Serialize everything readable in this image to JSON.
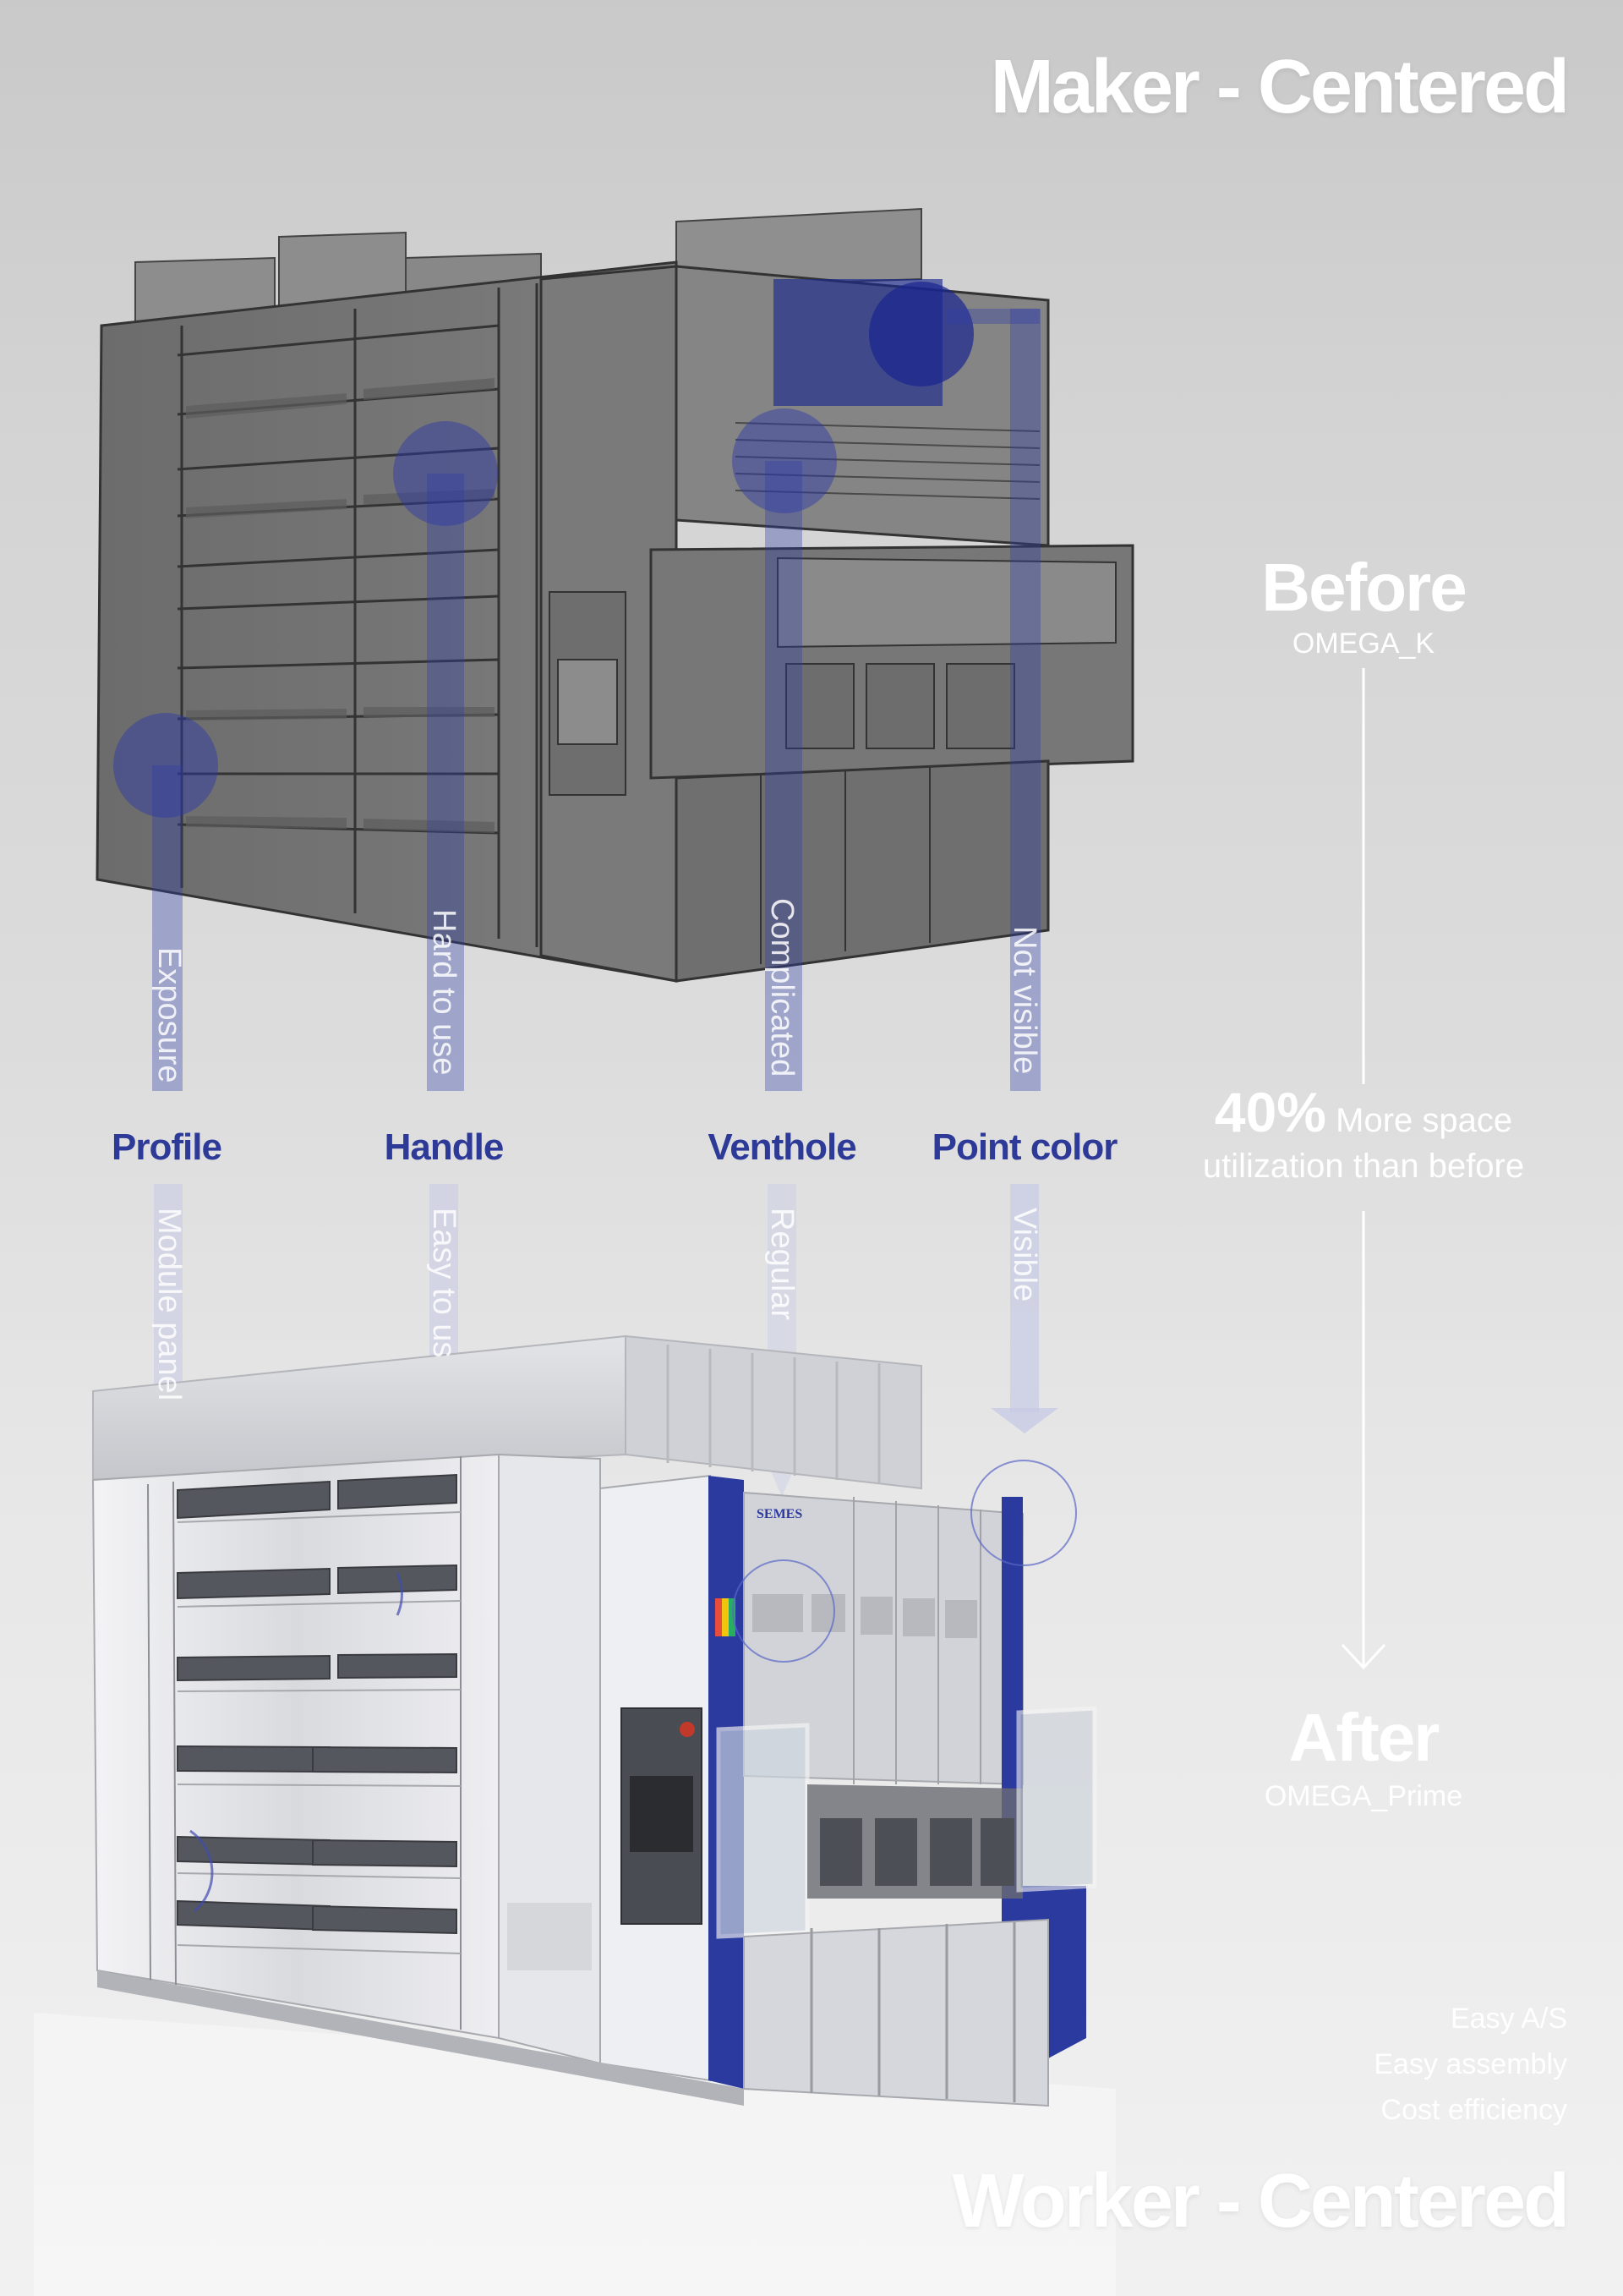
{
  "titles": {
    "top": "Maker - Centered",
    "bottom": "Worker - Centered"
  },
  "before": {
    "heading": "Before",
    "model": "OMEGA_K"
  },
  "after": {
    "heading": "After",
    "model": "OMEGA_Prime"
  },
  "stat": {
    "percent": "40%",
    "line1": "More space",
    "line2": "utilization than before"
  },
  "features": [
    {
      "label": "Profile",
      "before": "Exposure",
      "after": "Module panel"
    },
    {
      "label": "Handle",
      "before": "Hard to use",
      "after": "Easy to us"
    },
    {
      "label": "Venthole",
      "before": "Complicated",
      "after": "Regular"
    },
    {
      "label": "Point color",
      "before": "Not visible",
      "after": "Visible"
    }
  ],
  "brand_badge": "SEMES",
  "benefits": [
    "Easy A/S",
    "Easy assembly",
    "Cost efficiency"
  ],
  "colors": {
    "accent": "#2e3a97",
    "machine_blue": "#2b3a9e",
    "text_white": "#ffffff"
  }
}
